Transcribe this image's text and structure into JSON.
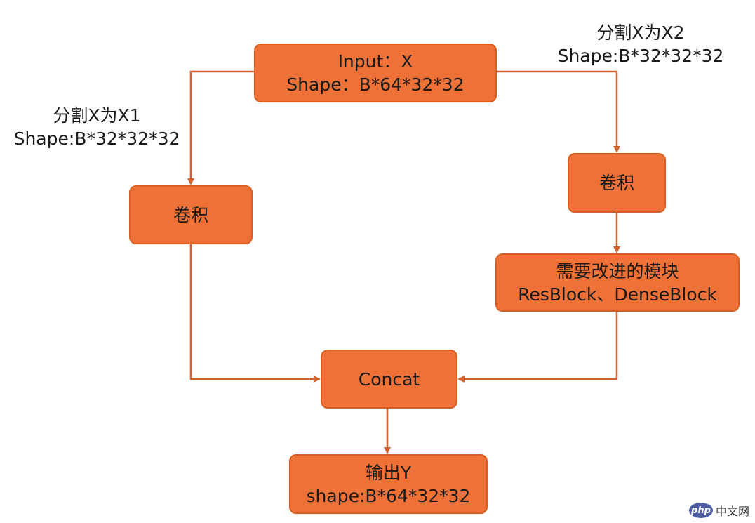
{
  "colors": {
    "node_fill": "#ee7238",
    "node_border": "#d95c20",
    "arrow": "#d0602c",
    "text": "#1a1a1a"
  },
  "nodes": {
    "input": {
      "line1": "Input：X",
      "line2": "Shape：B*64*32*32"
    },
    "conv_left": {
      "line1": "卷积"
    },
    "conv_right": {
      "line1": "卷积"
    },
    "improve": {
      "line1": "需要改进的模块",
      "line2": "ResBlock、DenseBlock"
    },
    "concat": {
      "line1": "Concat"
    },
    "output": {
      "line1": "输出Y",
      "line2": "shape:B*64*32*32"
    }
  },
  "notes": {
    "split_x1": {
      "line1": "分割X为X1",
      "line2": "Shape:B*32*32*32"
    },
    "split_x2": {
      "line1": "分割X为X2",
      "line2": "Shape:B*32*32*32"
    }
  },
  "watermark": {
    "logo_text": "php",
    "text": "中文网"
  }
}
